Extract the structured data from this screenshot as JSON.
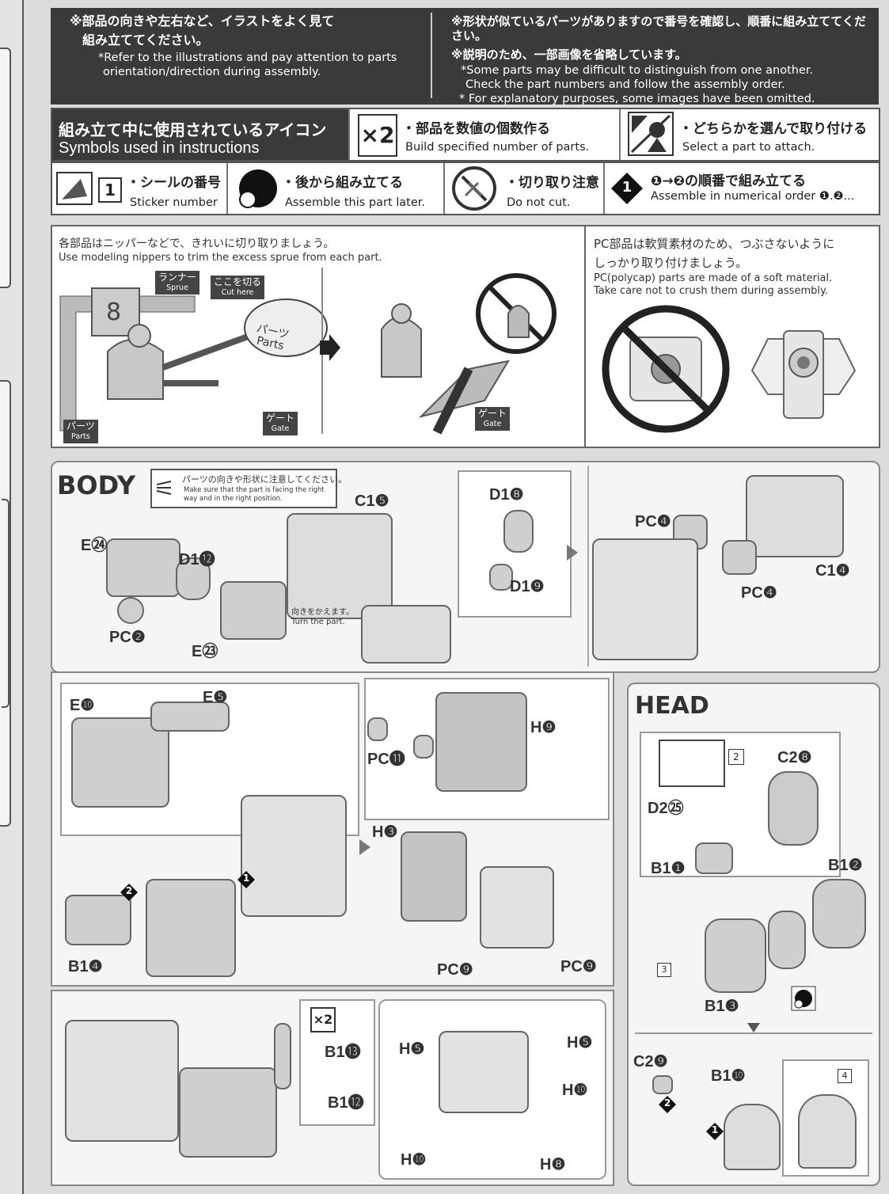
{
  "notice": {
    "left_jp_1": "※部品の向きや左右など、イラストをよく見て",
    "left_jp_2": "組み立ててください。",
    "left_en_1": "*Refer to the illustrations and pay attention to parts",
    "left_en_2": "orientation/direction during assembly.",
    "right_jp_1": "※形状が似ているパーツがありますので番号を確認し、順番に組み立ててください。",
    "right_jp_2": "※説明のため、一部画像を省略しています。",
    "right_en_1": "*Some parts may be difficult to distinguish from one another.",
    "right_en_2": "Check the part numbers and follow the assembly order.",
    "right_en_3": "* For explanatory purposes, some images have been omitted."
  },
  "symbols": {
    "header_jp": "組み立て中に使用されているアイコン",
    "header_en": "Symbols used in instructions",
    "x2_label": "×2",
    "x2_jp": "・部品を数値の個数作る",
    "x2_en": "Build specified number of parts.",
    "select_jp": "・どちらかを選んで取り付ける",
    "select_en": "Select a part to attach.",
    "sticker_num": "1",
    "sticker_jp": "・シールの番号",
    "sticker_en": "Sticker number",
    "later_jp": "・後から組み立てる",
    "later_en": "Assemble this part later.",
    "nocut_jp": "・切り取り注意",
    "nocut_en": "Do not cut.",
    "order_num": "1",
    "order_jp": "❶→❷の順番で組み立てる",
    "order_en": "Assemble in numerical order ❶.❷..."
  },
  "nipper": {
    "jp": "各部品はニッパーなどで、きれいに切り取りましょう。",
    "en": "Use modeling nippers to trim the excess sprue from each part.",
    "runner_jp": "ランナー",
    "runner_en": "Sprue",
    "cut_jp": "ここを切る",
    "cut_en": "Cut here",
    "parts_jp": "パーツ",
    "parts_en": "Parts",
    "gate_jp": "ゲート",
    "gate_en": "Gate",
    "parts2_jp": "パーツ",
    "parts2_en": "Parts",
    "gate2_jp": "ゲート",
    "gate2_en": "Gate"
  },
  "pc": {
    "jp_1": "PC部品は軟質素材のため、つぶさないように",
    "jp_2": "しっかり取り付けましょう。",
    "en_1": "PC(polycap) parts are made of a soft material.",
    "en_2": "Take care not to crush them during assembly."
  },
  "body": {
    "title": "BODY",
    "note_jp": "パーツの向きや形状に注意してください。",
    "note_en_1": "Make sure that the part is facing the right",
    "note_en_2": "way and in the right position.",
    "turn_jp": "向きをかえます。",
    "turn_en": "Turn the part.",
    "labels": {
      "e24": "E㉔",
      "d112": "D1⓬",
      "pc2": "PC❷",
      "e23": "E㉓",
      "c15": "C1❺",
      "d18": "D1❽",
      "d19": "D1❾",
      "pc4a": "PC❹",
      "pc4b": "PC❹",
      "c14": "C1❹",
      "e10": "E❿",
      "e5": "E❺",
      "b14": "B1❹",
      "n2": "2",
      "n1": "1",
      "pc11": "PC⓫",
      "h9": "H❾",
      "h3": "H❸",
      "pc9a": "PC❾",
      "pc9b": "PC❾",
      "x2": "×2",
      "b113": "B1⓭",
      "b112": "B1⓬",
      "h5a": "H❺",
      "h5b": "H❺",
      "h10a": "H❿",
      "h10b": "H❿",
      "h8": "H❽"
    }
  },
  "head": {
    "title": "HEAD",
    "labels": {
      "s2": "2",
      "c28": "C2❽",
      "d225": "D2㉕",
      "b11": "B1❶",
      "b12": "B1❷",
      "s3": "3",
      "b13": "B1❸",
      "c29": "C2❾",
      "b110": "B1❿",
      "s4": "4",
      "n2": "2",
      "n1": "1"
    }
  }
}
